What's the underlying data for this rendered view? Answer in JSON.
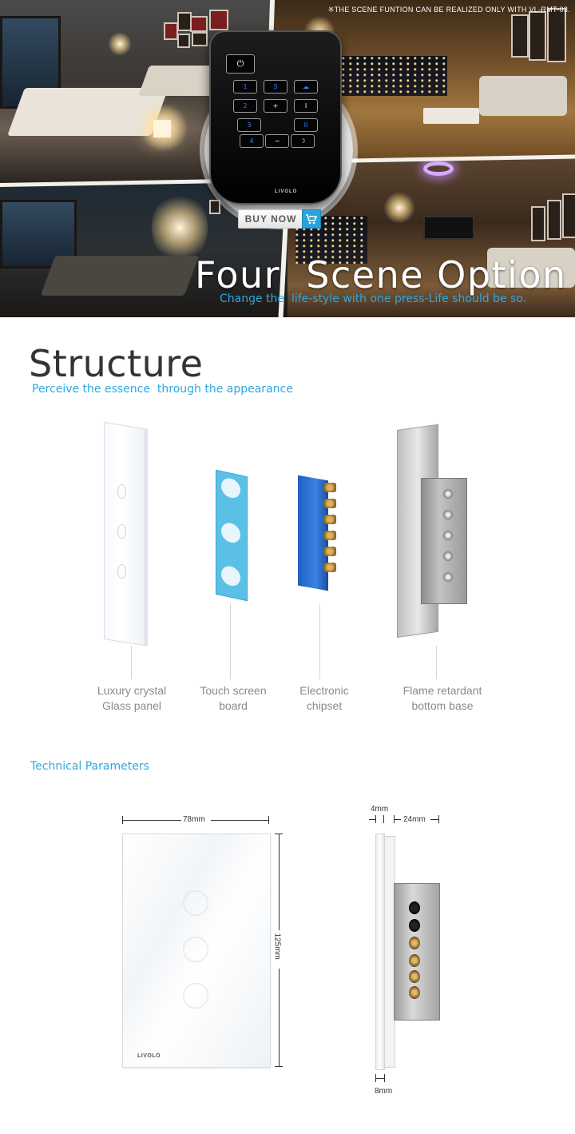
{
  "hero": {
    "note": "※THE SCENE FUNTION CAN BE REALIZED ONLY WITH VL-RMT-03.",
    "title": "Four  Scene Option",
    "subtitle": "Change the  life-style with one press-Life should be so.",
    "buy_now": "BUY NOW",
    "remote": {
      "power_icon": "⏻",
      "keys": [
        "1",
        "S",
        "☁",
        "2",
        "+",
        "I",
        "3",
        "II",
        "4",
        "−",
        "☽"
      ],
      "brand": "LIVOLO"
    }
  },
  "structure": {
    "title": "Structure",
    "subtitle": "Perceive the essence  through the appearance",
    "components": [
      {
        "line1": "Luxury crystal",
        "line2": "Glass panel"
      },
      {
        "line1": "Touch screen",
        "line2": "board"
      },
      {
        "line1": "Electronic",
        "line2": "chipset"
      },
      {
        "line1": "Flame retardant",
        "line2": "bottom base"
      }
    ]
  },
  "tech": {
    "title": "Technical Parameters",
    "front": {
      "width": "78mm",
      "height": "125mm",
      "logo": "LIVOLO"
    },
    "side": {
      "glass": "4mm",
      "depth": "24mm",
      "plate": "8mm"
    }
  },
  "colors": {
    "accent": "#2fa7e0",
    "cart": "#28a4dd",
    "board": "#5bc0e6",
    "pcb": "#1e5fc2"
  }
}
